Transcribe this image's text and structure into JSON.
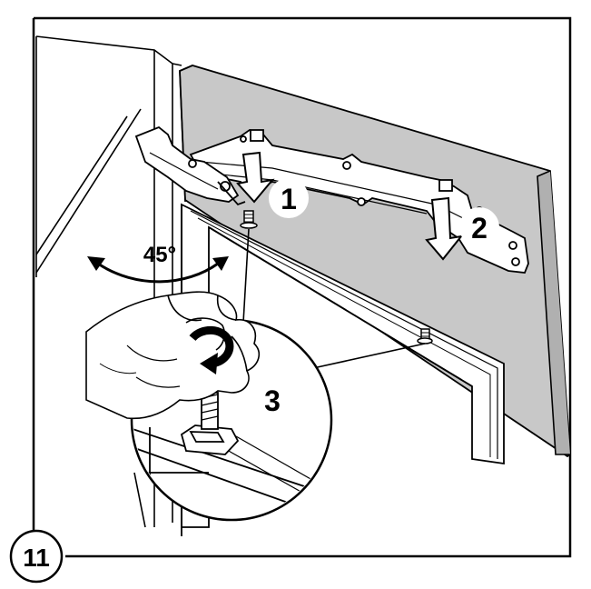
{
  "figure": {
    "number": "11",
    "angle_label": "45°",
    "steps": [
      "1",
      "2",
      "3"
    ]
  },
  "colors": {
    "panel_gray": "#c8c8c8",
    "line": "#000000",
    "background": "#ffffff",
    "arrow_fill": "#ffffff"
  },
  "icons": [
    "curved-double-arrow-icon",
    "down-arrow-icon",
    "rotation-arrow-icon"
  ]
}
